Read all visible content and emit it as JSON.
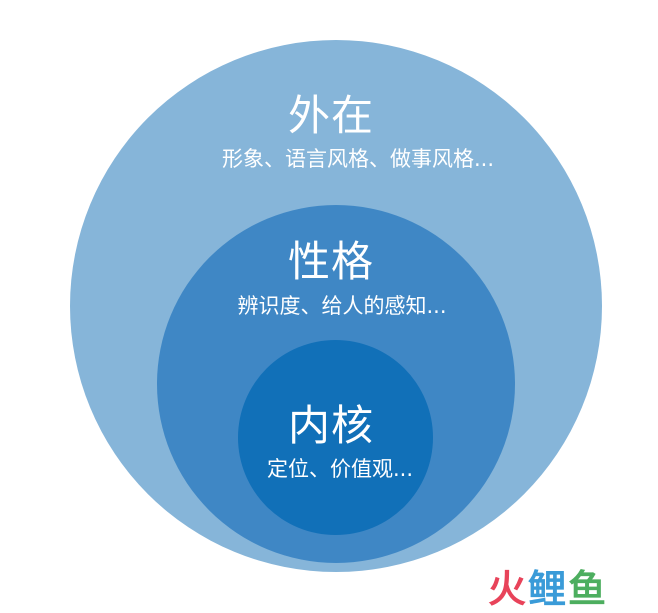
{
  "diagram": {
    "layers": [
      {
        "id": "outer",
        "title": "外在",
        "subtitle": "形象、语言风格、做事风格...",
        "color": "#86b5d9"
      },
      {
        "id": "middle",
        "title": "性格",
        "subtitle": "辨识度、给人的感知...",
        "color": "#3f87c5"
      },
      {
        "id": "inner",
        "title": "内核",
        "subtitle": "定位、价值观...",
        "color": "#1170b8"
      }
    ]
  },
  "watermark": {
    "chars": [
      "火",
      "鲤",
      "鱼"
    ],
    "colors": [
      "#e8435a",
      "#3a9bd8",
      "#4dae5f"
    ]
  }
}
